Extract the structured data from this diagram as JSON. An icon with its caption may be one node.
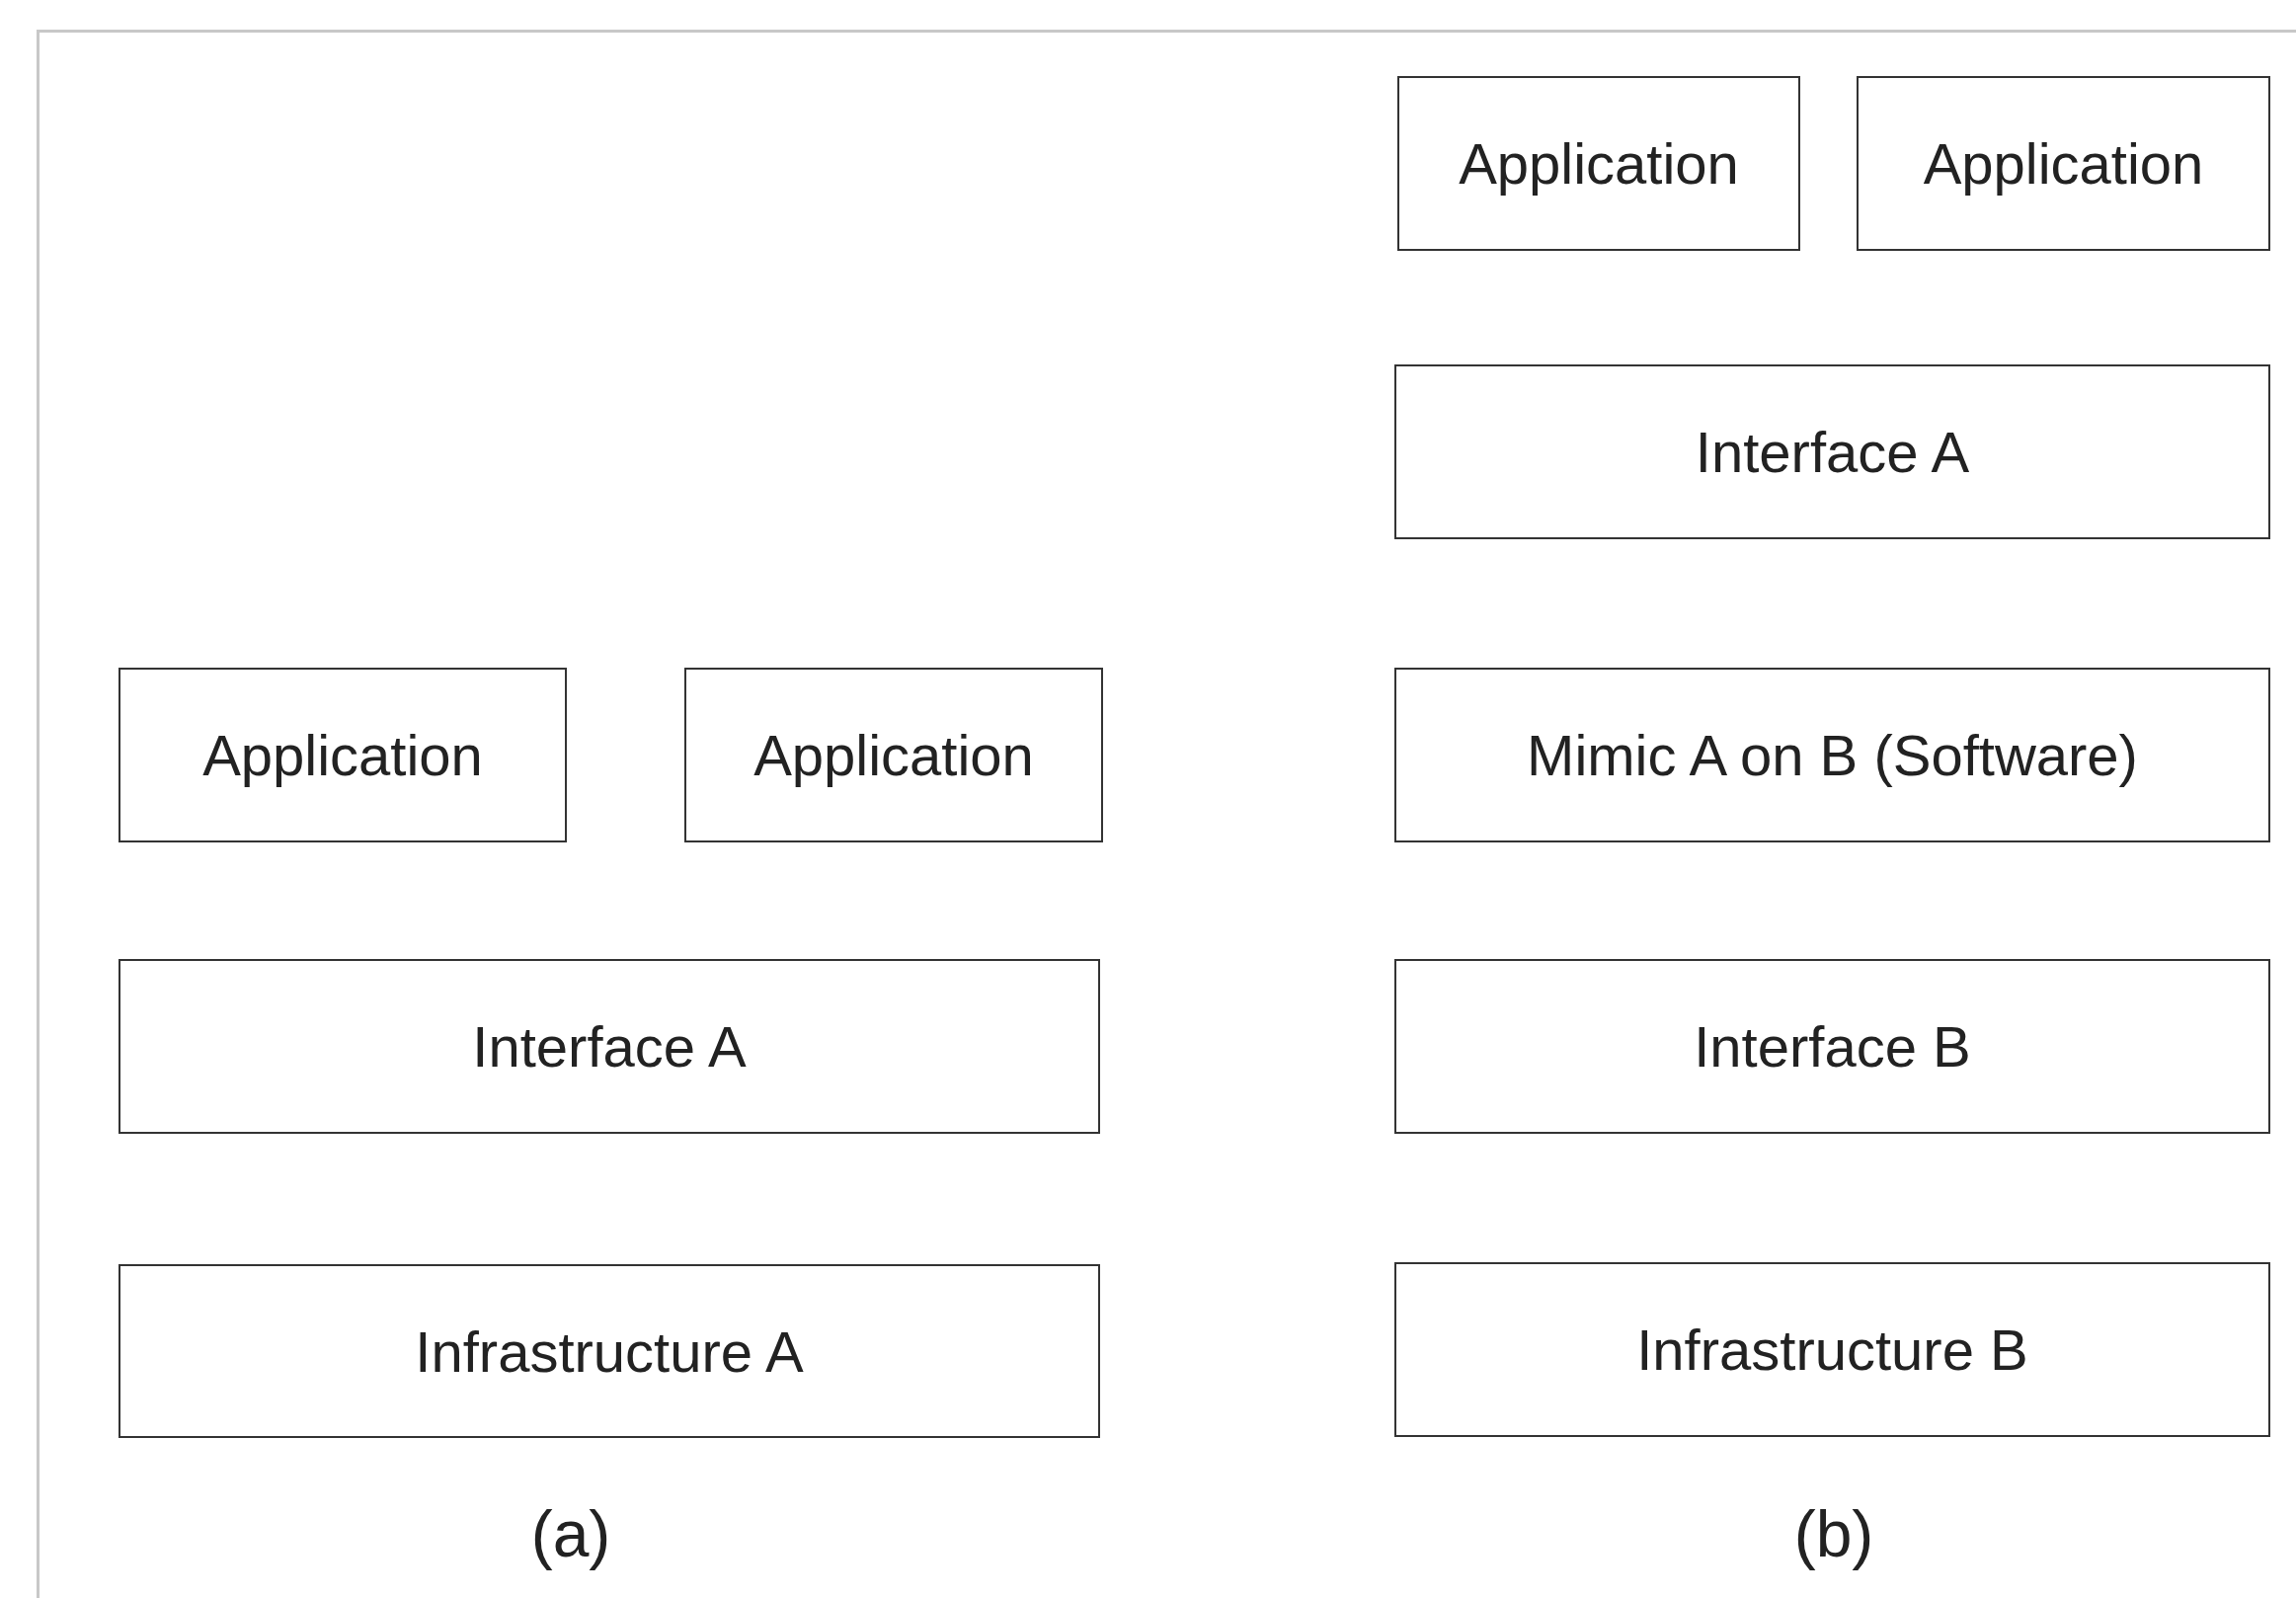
{
  "diagram": {
    "nodes": [
      {
        "text": [
          "Application"
        ]
      },
      {
        "text": [
          "Application"
        ]
      },
      {
        "text": [
          "Interface A"
        ]
      },
      {
        "text": [
          "Infrastructure A"
        ]
      },
      {
        "text": [
          "Application"
        ]
      },
      {
        "text": [
          "Application"
        ]
      },
      {
        "text": [
          "Interface A"
        ]
      },
      {
        "text": [
          "Mimic A on B (Software)"
        ]
      },
      {
        "text": [
          "Interface B"
        ]
      },
      {
        "text": [
          "Infrastructure B"
        ]
      }
    ],
    "edges": [],
    "labels": [
      "(a)",
      "(b)"
    ]
  }
}
